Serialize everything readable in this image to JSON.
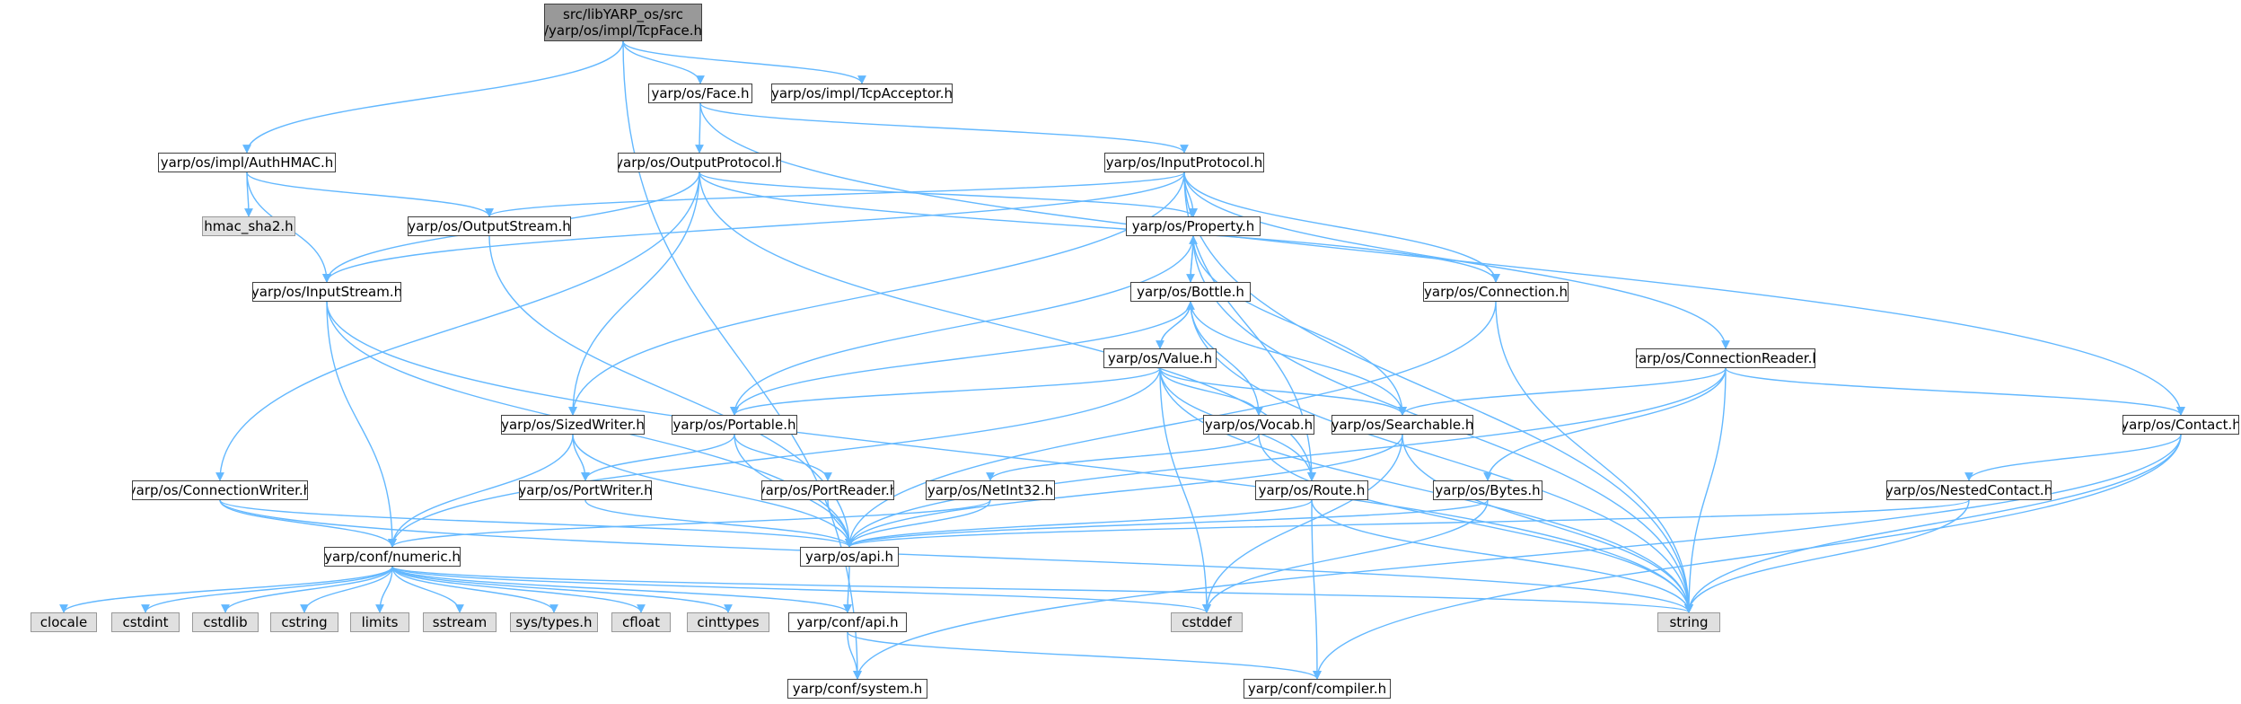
{
  "colors": {
    "edge": "#63b8ff",
    "node_border": "#404040",
    "root_fill": "#999999",
    "external_fill": "#e0e0e0"
  },
  "nodes": {
    "root_line1": "src/libYARP_os/src",
    "root_line2": "/yarp/os/impl/TcpFace.h",
    "face": "yarp/os/Face.h",
    "tcpacceptor": "yarp/os/impl/TcpAcceptor.h",
    "authhmac": "yarp/os/impl/AuthHMAC.h",
    "outputprotocol": "yarp/os/OutputProtocol.h",
    "inputprotocol": "yarp/os/InputProtocol.h",
    "hmac": "hmac_sha2.h",
    "outputstream": "yarp/os/OutputStream.h",
    "property": "yarp/os/Property.h",
    "inputstream": "yarp/os/InputStream.h",
    "bottle": "yarp/os/Bottle.h",
    "connection": "yarp/os/Connection.h",
    "value": "yarp/os/Value.h",
    "connectionreader": "yarp/os/ConnectionReader.h",
    "sizedwriter": "yarp/os/SizedWriter.h",
    "portable": "yarp/os/Portable.h",
    "vocab": "yarp/os/Vocab.h",
    "searchable": "yarp/os/Searchable.h",
    "contact": "yarp/os/Contact.h",
    "connectionwriter": "yarp/os/ConnectionWriter.h",
    "portwriter": "yarp/os/PortWriter.h",
    "portreader": "yarp/os/PortReader.h",
    "netint32": "yarp/os/NetInt32.h",
    "route": "yarp/os/Route.h",
    "bytes": "yarp/os/Bytes.h",
    "nestedcontact": "yarp/os/NestedContact.h",
    "numeric": "yarp/conf/numeric.h",
    "api": "yarp/os/api.h",
    "clocale": "clocale",
    "cstdint": "cstdint",
    "cstdlib": "cstdlib",
    "cstring": "cstring",
    "limits": "limits",
    "sstream": "sstream",
    "systypes": "sys/types.h",
    "cfloat": "cfloat",
    "cinttypes": "cinttypes",
    "confapi": "yarp/conf/api.h",
    "cstddef": "cstddef",
    "string": "string",
    "system": "yarp/conf/system.h",
    "compiler": "yarp/conf/compiler.h"
  }
}
